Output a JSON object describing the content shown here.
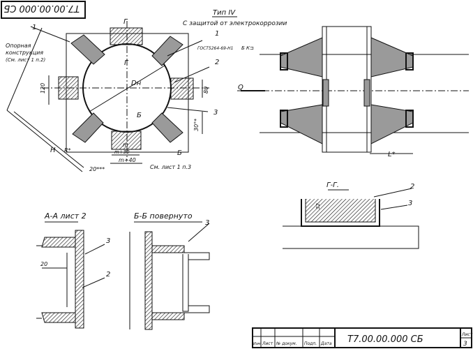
{
  "stamp_top": "Т7.00.00.000 СБ",
  "title": "Тип IV",
  "subtitle": "С защитой от электрокоррозии",
  "labels": {
    "callout1": "1",
    "callout1b": "1",
    "callout2": "2",
    "callout3": "3",
    "support": [
      "Опорная",
      "конструкция",
      "(См. лист 1 п.2)"
    ],
    "gost": "ГОСТ5264-69-Н1",
    "weld_code": "Б К⊐",
    "dim_120": "120",
    "dim_80": "80",
    "dim_Dn": "Dн",
    "section_G": "Г",
    "section_B": "Б",
    "dim_30": "30°*",
    "dim_20a": "20***",
    "dim_m": "m",
    "dim_m30": "m+30",
    "dim_m40": "m+40",
    "dim_H": "H",
    "dim_R": "R*",
    "see_sheet3": "См. лист 1 п.3",
    "Q": "Q",
    "L": "L*"
  },
  "section_AA": "А-А  лист 2",
  "section_BB": "Б-Б  повернуто",
  "section_GG": "Г-Г.",
  "dim_20": "20",
  "dim_32": "32",
  "title_block": {
    "code": "Т7.00.00.000 СБ",
    "cols": [
      "Изм.",
      "Лист",
      "№ докум.",
      "Подп.",
      "Дата"
    ],
    "sheet_label": "Лист",
    "sheet_no": "3"
  }
}
